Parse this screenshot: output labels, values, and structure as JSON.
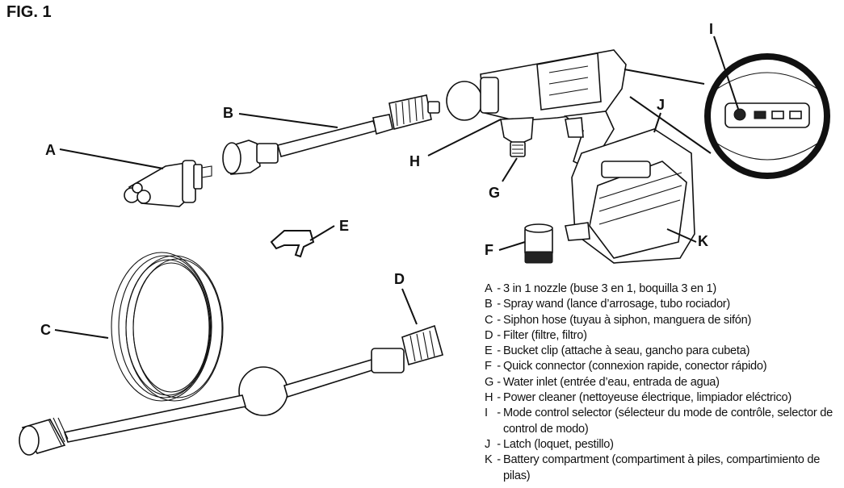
{
  "figure_title": "FIG. 1",
  "callouts": [
    "A",
    "B",
    "C",
    "D",
    "E",
    "F",
    "G",
    "H",
    "I",
    "J",
    "K"
  ],
  "legend": [
    {
      "key": "A",
      "text": "3 in 1 nozzle (buse 3 en 1, boquilla 3 en 1)"
    },
    {
      "key": "B",
      "text": "Spray wand (lance d’arrosage, tubo rociador)"
    },
    {
      "key": "C",
      "text": "Siphon hose (tuyau à siphon, manguera de sifón)"
    },
    {
      "key": "D",
      "text": "Filter (filtre, filtro)"
    },
    {
      "key": "E",
      "text": "Bucket clip (attache à seau, gancho para cubeta)"
    },
    {
      "key": "F",
      "text": "Quick connector (connexion rapide, conector rápido)"
    },
    {
      "key": "G",
      "text": "Water inlet (entrée d’eau, entrada de agua)"
    },
    {
      "key": "H",
      "text": "Power cleaner (nettoyeuse électrique, limpiador eléctrico)"
    },
    {
      "key": "I",
      "text": "Mode control selector (sélecteur du mode de contrôle, selector de control de modo)"
    },
    {
      "key": "J",
      "text": "Latch (loquet, pestillo)"
    },
    {
      "key": "K",
      "text": "Battery compartment (compartiment à piles, compartimiento de pilas)"
    }
  ]
}
